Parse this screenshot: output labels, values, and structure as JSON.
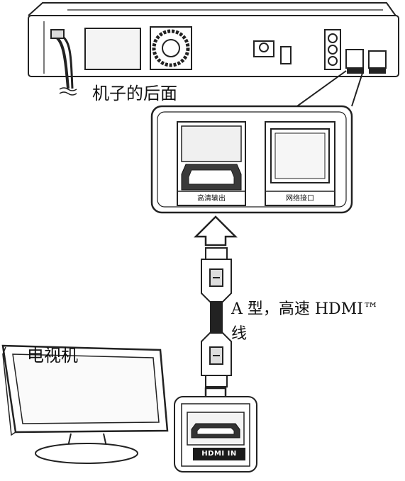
{
  "labels": {
    "device_back": "机子的后面",
    "tv": "电视机",
    "cable_line1": "A 型，高速 HDMI™",
    "cable_line2": "线"
  },
  "ports": {
    "hdmi_out": "高清输出",
    "lan": "网络接口",
    "hdmi_in": "HDMI IN"
  },
  "icons": [
    "player-back-panel",
    "zoom-callout",
    "hdmi-out-port",
    "lan-port",
    "up-arrow",
    "hdmi-cable",
    "down-arrow",
    "tv",
    "hdmi-in-port"
  ]
}
